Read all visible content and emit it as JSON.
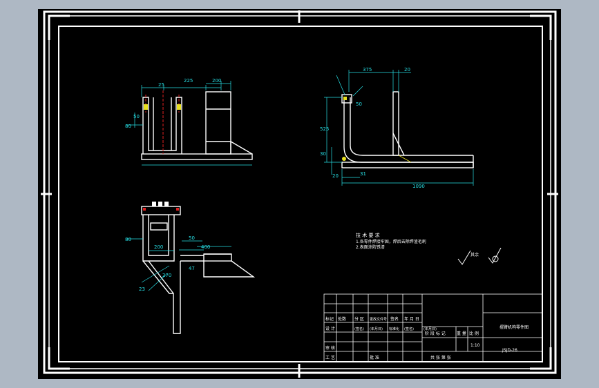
{
  "colors": {
    "background": "#aeb8c4",
    "sheet": "#000000",
    "frame": "#ffffff",
    "dimension": "#27e0e6",
    "centerline": "#e02020",
    "hatch": "#e8e020"
  },
  "views": {
    "front": {
      "dims": {
        "d1": "25",
        "d2": "225",
        "d3": "200",
        "d4": "50",
        "d5": "80"
      }
    },
    "side": {
      "dims": {
        "d1": "375",
        "d2": "20",
        "d3": "50",
        "d4": "525",
        "d5": "30",
        "d6": "20",
        "d7": "31",
        "d8": "1090"
      }
    },
    "top": {
      "dims": {
        "d1": "80",
        "d2": "50",
        "d3": "200",
        "d4": "400",
        "d5": "47",
        "d6": "270",
        "d7": "23"
      }
    }
  },
  "notes": {
    "title": "技 术 要 求",
    "line1": "1.各零件焊接牢固，焊后去除焊渣毛刺",
    "line2": "2.表面涂防锈漆"
  },
  "symbols": {
    "roughness_label": "其余"
  },
  "title_block": {
    "drawing_name": "摆臂机构零件图",
    "drawing_number": "JSJD-26",
    "scale": "1:10",
    "row_headers": [
      "标记",
      "处数",
      "分 区",
      "更改文件号",
      "签名",
      "年 月 日"
    ],
    "design_row": [
      "设 计",
      "(签名)",
      "(年月日)",
      "标准化",
      "(签名)",
      "(年月日)"
    ],
    "stage_headers": [
      "阶 段 标 记",
      "重 量",
      "比 例"
    ],
    "review_label": "审 核",
    "process_label": "工 艺",
    "approve_label": "批 准",
    "sheet_info": "共  张  第  张"
  }
}
